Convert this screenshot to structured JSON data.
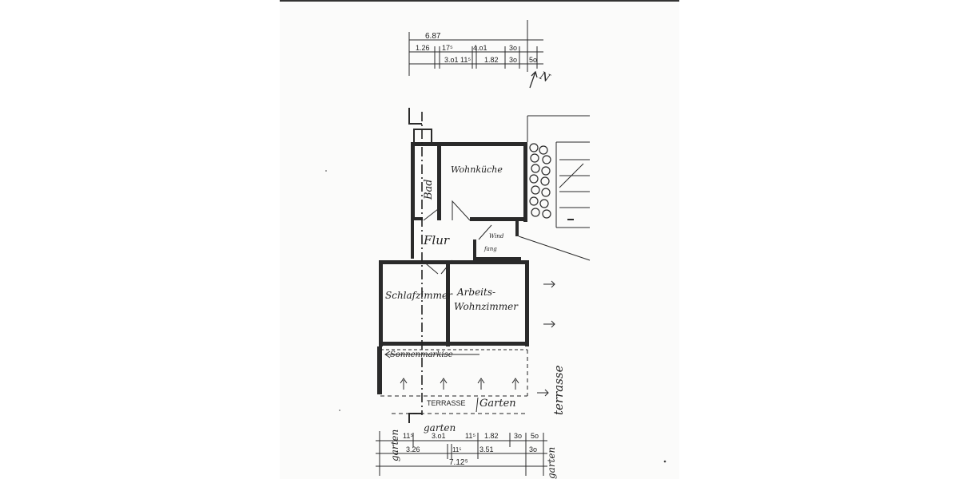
{
  "plan": {
    "top_dimensions": {
      "overall": "6.87",
      "row1": [
        "1.26",
        "17⁵",
        "4.o1",
        "3o"
      ],
      "row2": [
        "3.o1",
        "11⁵",
        "1.82",
        "3o",
        "5o"
      ]
    },
    "north_label": "N",
    "rooms": {
      "bath": "Bad",
      "kitchen": "Wohnküche",
      "hall": "Flur",
      "windbreak_line1": "Wind",
      "windbreak_line2": "fang",
      "bedroom": "Schlafzimmer",
      "study_line1": "Arbeits-",
      "study_line2": "Wohnzimmer",
      "awning": "Sonnenmarkise",
      "terrace_garden_a": "TERRASSE",
      "terrace_garden_b": "Garten"
    },
    "side_labels": {
      "terrace": "terrasse",
      "garden_left": "garten",
      "garden_right": "garten",
      "garden_bottom": "garten"
    },
    "bottom_dimensions": {
      "row1": [
        "11⁵",
        "3.o1",
        "11⁵",
        "1.82",
        "3o",
        "5o"
      ],
      "row2": [
        "3.26",
        "11⁵",
        "3.51",
        "3o"
      ],
      "overall": "7.12⁵"
    }
  }
}
